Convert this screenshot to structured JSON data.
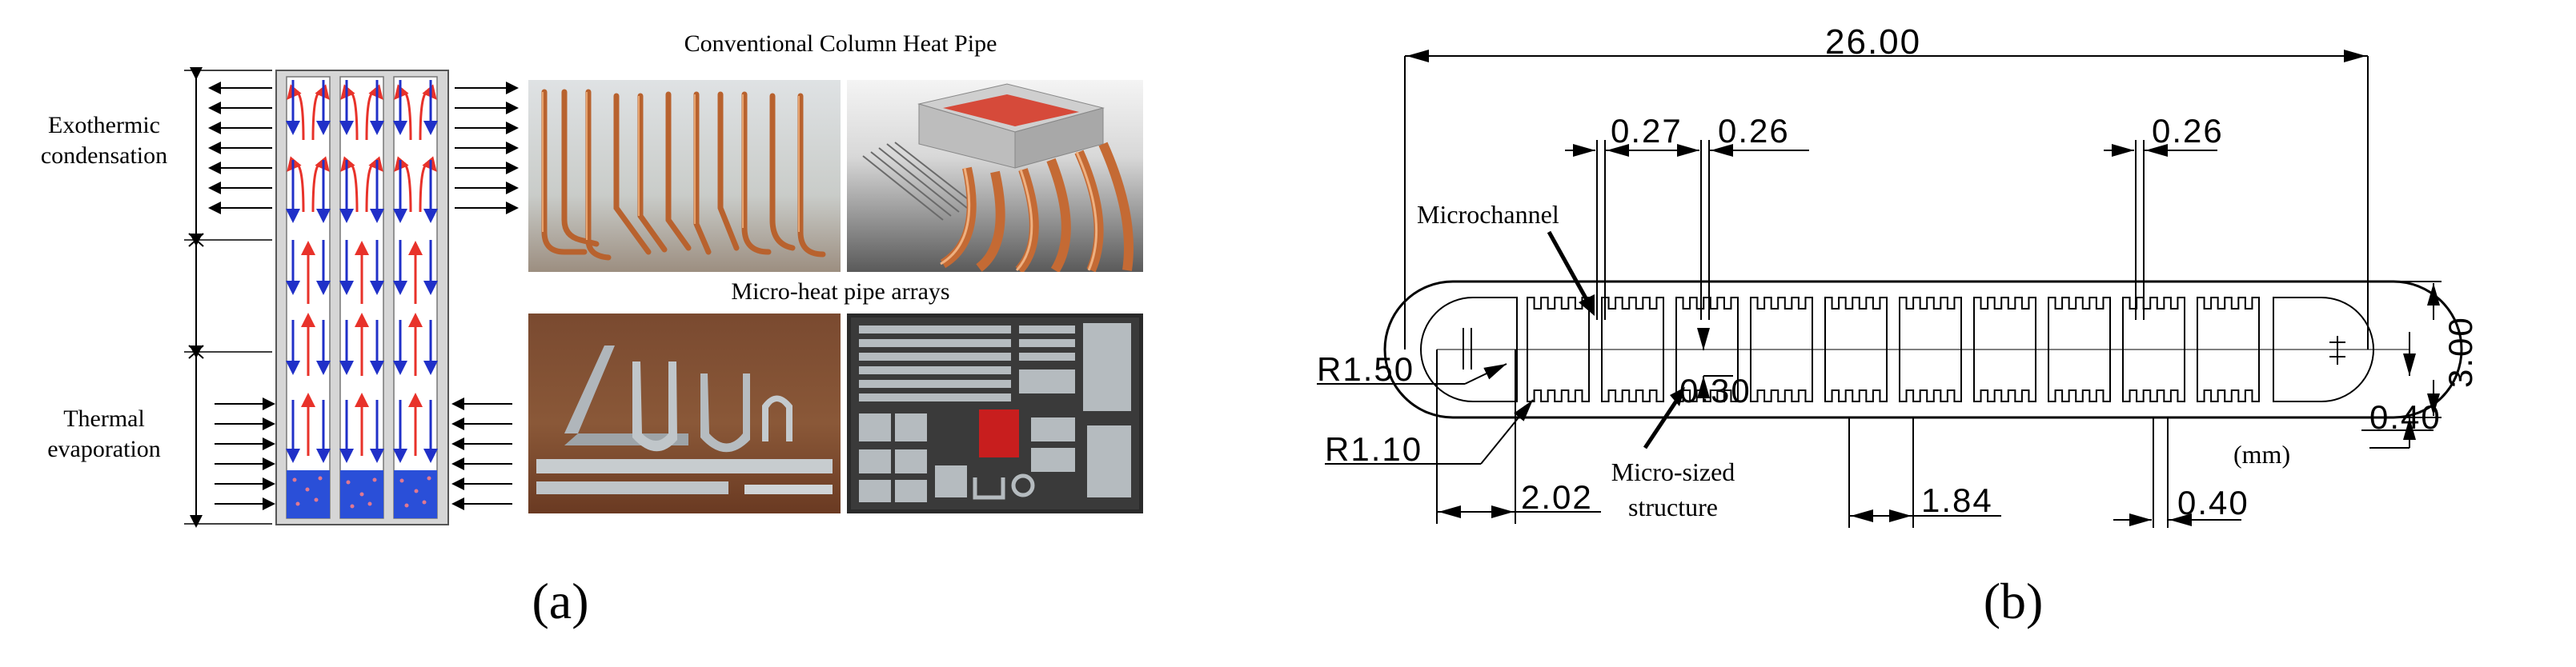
{
  "panel_a": {
    "zone_top": "Exothermic\ncondensation",
    "zone_bottom": "Thermal\nevaporation",
    "photo_group_1_title": "Conventional Column Heat Pipe",
    "photo_group_2_title": "Micro-heat pipe arrays",
    "caption": "(a)"
  },
  "panel_b": {
    "dim_overall_width": "26.00",
    "dim_fin_width_1": "0.27",
    "dim_fin_width_2": "0.26",
    "dim_fin_width_3": "0.26",
    "dim_height": "3.00",
    "dim_wall": "0.40",
    "dim_inner_height": "0.30",
    "dim_outer_radius": "R1.50",
    "dim_inner_radius": "R1.10",
    "dim_end_offset": "2.02",
    "dim_channel_width": "1.84",
    "dim_rib_width": "0.40",
    "label_microchannel": "Microchannel",
    "label_micro_structure": "Micro-sized\nstructure",
    "unit": "(mm)",
    "caption": "(b)"
  },
  "colors": {
    "arrow_up": "#e8322a",
    "arrow_down": "#2030c8",
    "liquid": "#2a4fd8",
    "pipe_wall": "#c8c8c8",
    "copper": "#c46a34",
    "aluminum": "#b8bcc0"
  }
}
